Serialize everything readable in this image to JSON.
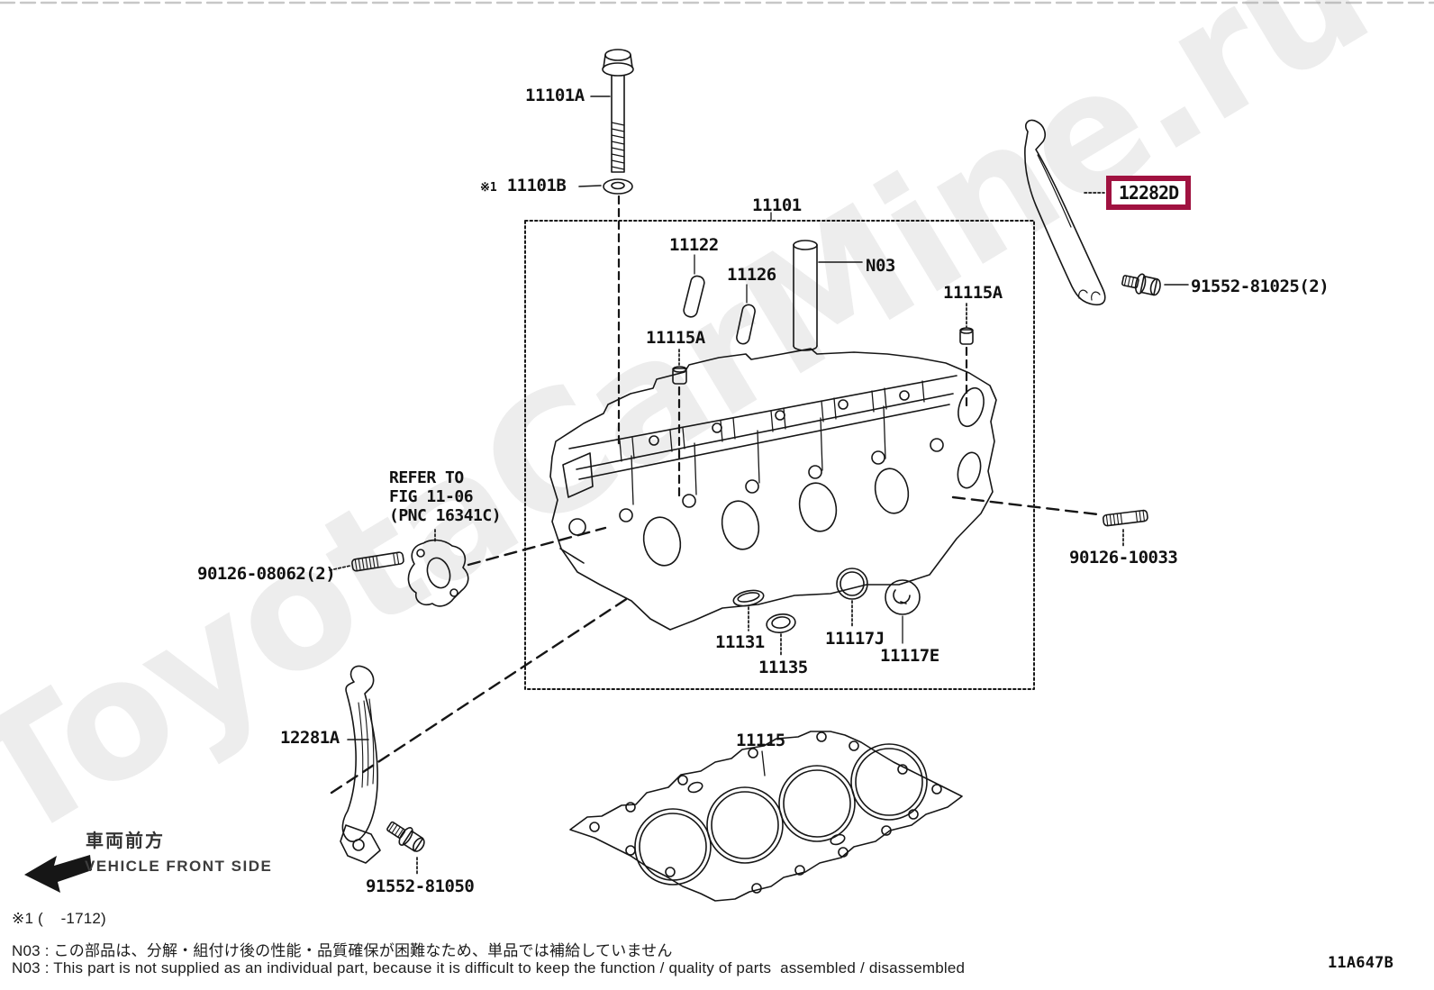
{
  "watermark": "ToyotaCarMine.ru",
  "diagram": {
    "callouts": {
      "head_bolt": "11101A",
      "washer_prefix": "※1",
      "washer": "11101B",
      "head_assy": "11101",
      "guide_a": "11122",
      "guide_b": "11126",
      "n03": "N03",
      "plug_right": "11115A",
      "plug_left": "11115A",
      "refer1": "REFER TO",
      "refer2": "FIG 11-06",
      "refer3": "(PNC 16341C)",
      "stud_left": "90126-08062(2)",
      "plate": "11131",
      "seal": "11135",
      "oring": "11117J",
      "cap": "11117E",
      "stud_right": "90126-10033",
      "hanger_rear": "12282D",
      "bolt_rear": "91552-81025(2)",
      "hanger_front": "12281A",
      "bolt_front": "91552-81050",
      "head_gasket": "11115"
    },
    "front_side_jp": "車両前方",
    "front_side_en": "VEHICLE FRONT SIDE",
    "highlight_color": "#a01240"
  },
  "footer": {
    "ref_note": "※1 (    -1712)",
    "note_jp": "N03 : この部品は、分解・組付け後の性能・品質確保が困難なため、単品では補給していません",
    "note_en": "N03 : This part is not supplied as an individual part, because it is difficult to keep the function / quality of parts  assembled / disassembled",
    "drawing_code": "11A647B"
  }
}
